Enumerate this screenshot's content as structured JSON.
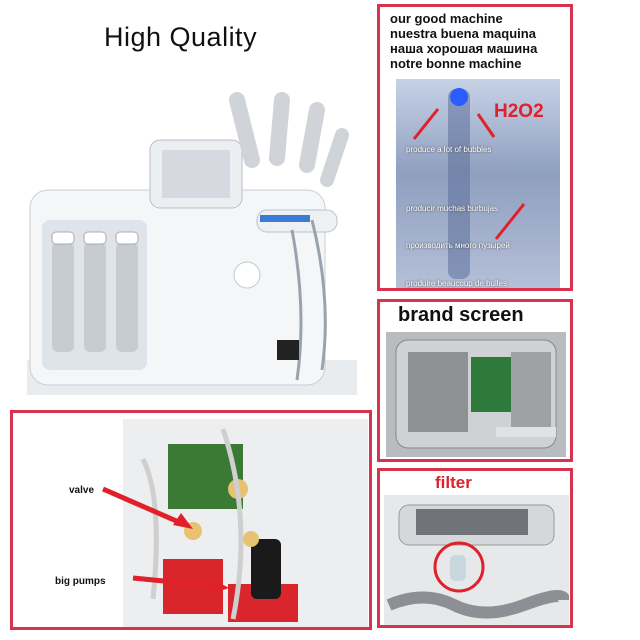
{
  "headline": "High  Quality",
  "good_machine": {
    "lines": [
      "our good machine",
      "nuestra buena maquina",
      "наша хорошая машина",
      "notre bonne machine"
    ],
    "h2o2": "H2O2",
    "notes": [
      "produce a lot of bubbles",
      "producir muchas burbujas",
      "производить много пузырей",
      "produire beaucoup de bulles"
    ]
  },
  "brand_screen": {
    "title": "brand screen"
  },
  "filter": {
    "title": "filter"
  },
  "pumps": {
    "valve_label": "valve",
    "pumps_label": "big pumps"
  },
  "colors": {
    "frame": "#d9324c",
    "arrow": "#e0202a",
    "glow": "#2a5cff"
  }
}
